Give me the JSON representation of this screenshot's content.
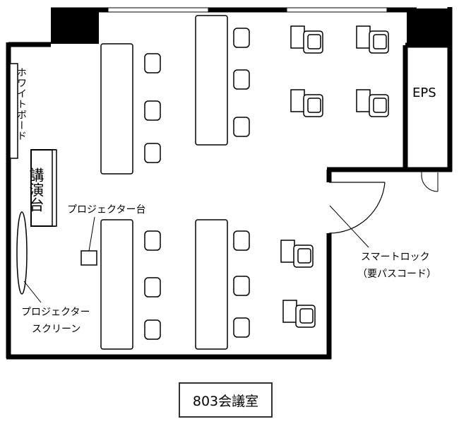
{
  "labels": {
    "whiteboard": "ホワイトボード",
    "lectern": "講演台",
    "projector_stand": "プロジェクター台",
    "projector_screen_line1": "プロジェクター",
    "projector_screen_line2": "スクリーン",
    "eps": "EPS",
    "smart_lock_line1": "スマートロック",
    "smart_lock_line2": "（要パスコード）"
  },
  "room_name": "803会議室",
  "colors": {
    "wall": "#000000",
    "line": "#333333",
    "background": "#ffffff"
  }
}
